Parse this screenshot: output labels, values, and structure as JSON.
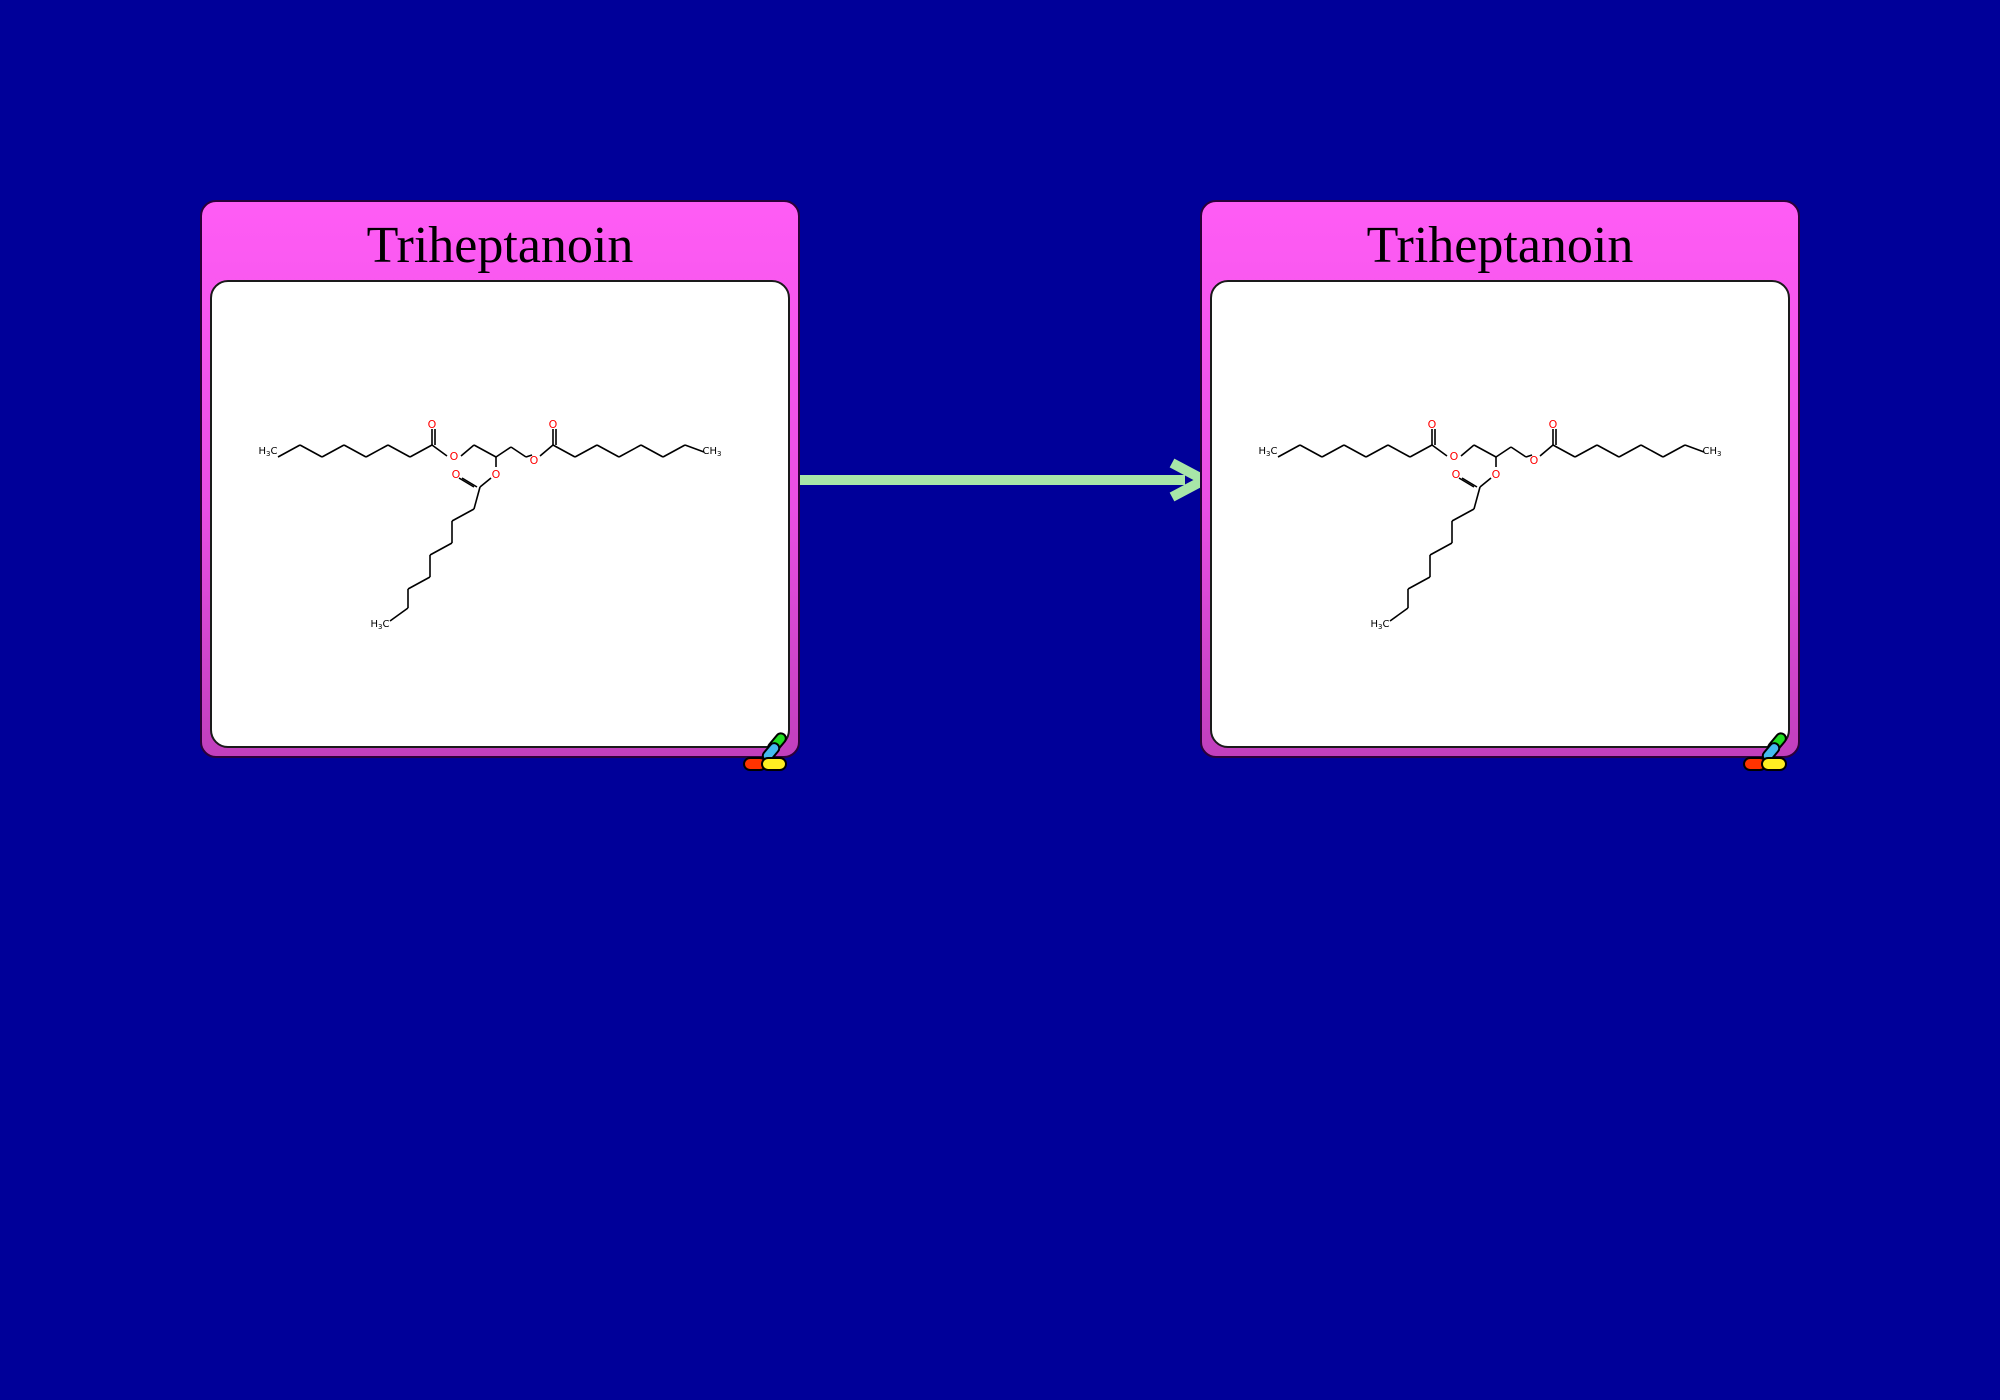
{
  "nodes": [
    {
      "title": "Triheptanoin",
      "structure_labels": {
        "methyl": "H",
        "methyl_sub": "3",
        "carbon": "C",
        "ch3": "CH",
        "ch3_sub": "3",
        "oxygen": "O"
      },
      "badge_icon": "drug-capsule-icon"
    },
    {
      "title": "Triheptanoin",
      "structure_labels": {
        "methyl": "H",
        "methyl_sub": "3",
        "carbon": "C",
        "ch3": "CH",
        "ch3_sub": "3",
        "oxygen": "O"
      },
      "badge_icon": "drug-capsule-icon"
    }
  ],
  "edge": {
    "type": "arrow",
    "from": 0,
    "to": 1
  },
  "colors": {
    "background": "#000099",
    "node_fill": "#ff5cf5",
    "edge": "#a8e6a8",
    "atom_oxygen": "#ff0000",
    "bond": "#000000"
  }
}
